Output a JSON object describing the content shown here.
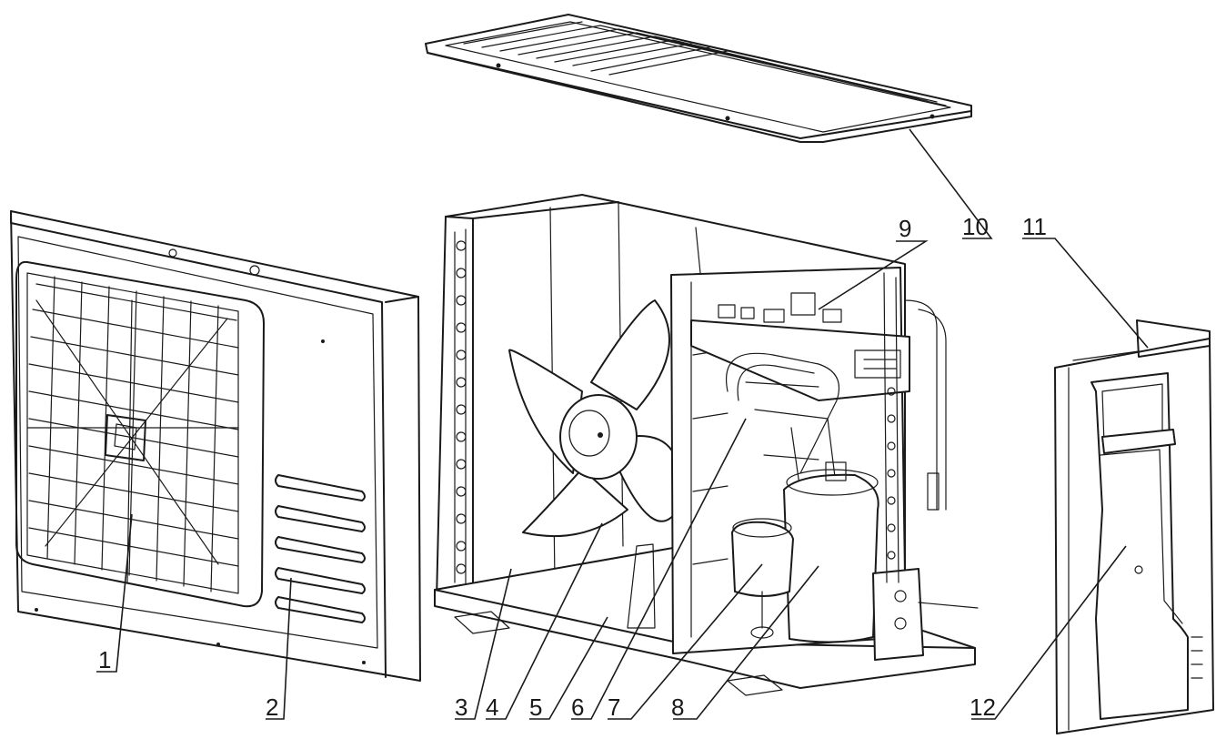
{
  "callouts": [
    {
      "id": "1",
      "text": "1"
    },
    {
      "id": "2",
      "text": "2"
    },
    {
      "id": "3",
      "text": "3"
    },
    {
      "id": "4",
      "text": "4"
    },
    {
      "id": "5",
      "text": "5"
    },
    {
      "id": "6",
      "text": "6"
    },
    {
      "id": "7",
      "text": "7"
    },
    {
      "id": "8",
      "text": "8"
    },
    {
      "id": "9",
      "text": "9"
    },
    {
      "id": "10",
      "text": "10"
    },
    {
      "id": "11",
      "text": "11"
    },
    {
      "id": "12",
      "text": "12"
    }
  ],
  "colors": {
    "line": "#1a1a1a",
    "background": "#ffffff"
  }
}
